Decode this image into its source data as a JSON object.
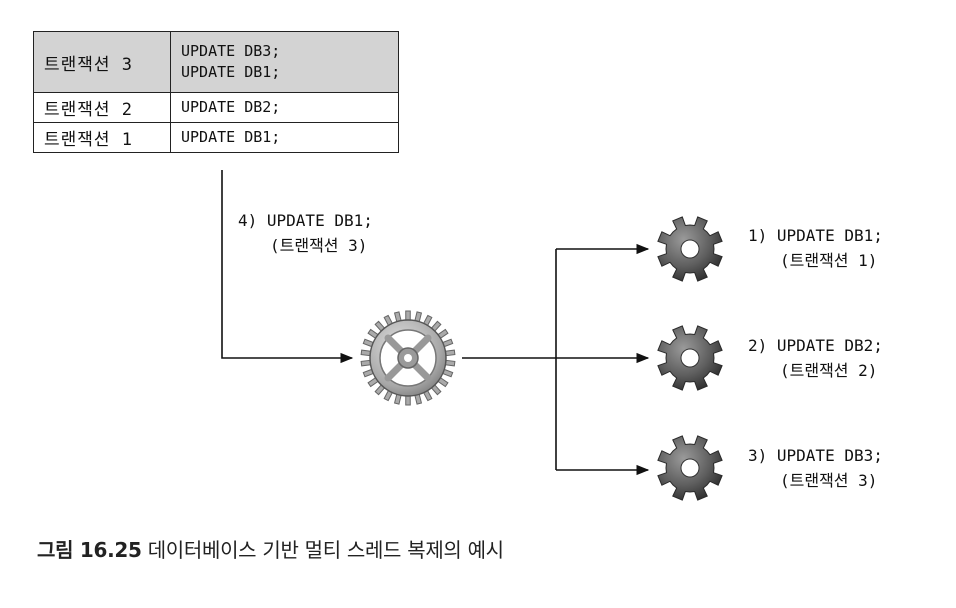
{
  "queue": {
    "rows": [
      {
        "label": "트랜잭션 3",
        "commands": [
          "UPDATE DB3;",
          "UPDATE DB1;"
        ]
      },
      {
        "label": "트랜잭션 2",
        "commands": [
          "UPDATE DB2;"
        ]
      },
      {
        "label": "트랜잭션 1",
        "commands": [
          "UPDATE DB1;"
        ]
      }
    ]
  },
  "incoming_note": {
    "line1": "4) UPDATE DB1;",
    "line2": "(트랜잭션 3)"
  },
  "workers": [
    {
      "line1": "1) UPDATE DB1;",
      "line2": "(트랜잭션 1)",
      "icon": "gear-icon"
    },
    {
      "line1": "2) UPDATE DB2;",
      "line2": "(트랜잭션 2)",
      "icon": "gear-icon"
    },
    {
      "line1": "3) UPDATE DB3;",
      "line2": "(트랜잭션 3)",
      "icon": "gear-icon"
    }
  ],
  "dispatcher": {
    "icon": "wheel-gear-icon"
  },
  "caption": {
    "figure": "그림 16.25",
    "text": "데이터베이스 기반 멀티 스레드 복제의 예시"
  },
  "colors": {
    "table_header_bg": "#d3d3d3",
    "gear_fill": "#6a6a6a",
    "line": "#111111"
  }
}
